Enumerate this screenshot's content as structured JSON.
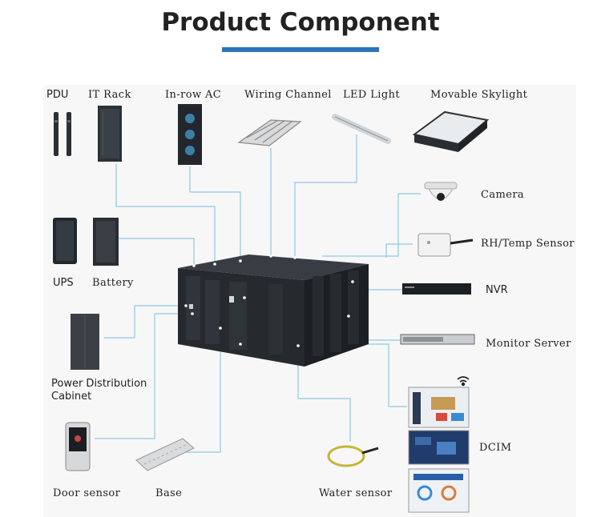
{
  "title": "Product Component",
  "colors": {
    "accent": "#2c73b8",
    "connector": "#8ec9e2",
    "equipment": "#2a2e33"
  },
  "labels": {
    "pdu": "PDU",
    "it_rack": "IT Rack",
    "inrow_ac": "In-row AC",
    "wiring_channel": "Wiring Channel",
    "led_light": "LED Light",
    "movable_skylight": "Movable Skylight",
    "camera": "Camera",
    "rh_temp_sensor": "RH/Temp Sensor",
    "nvr": "NVR",
    "monitor_server": "Monitor Server",
    "dcim": "DCIM",
    "ups": "UPS",
    "battery": "Battery",
    "pdc_line1": "Power Distribution",
    "pdc_line2": "Cabinet",
    "door_sensor": "Door sensor",
    "base": "Base",
    "water_sensor": "Water sensor"
  },
  "icons": [
    "wifi-icon"
  ]
}
